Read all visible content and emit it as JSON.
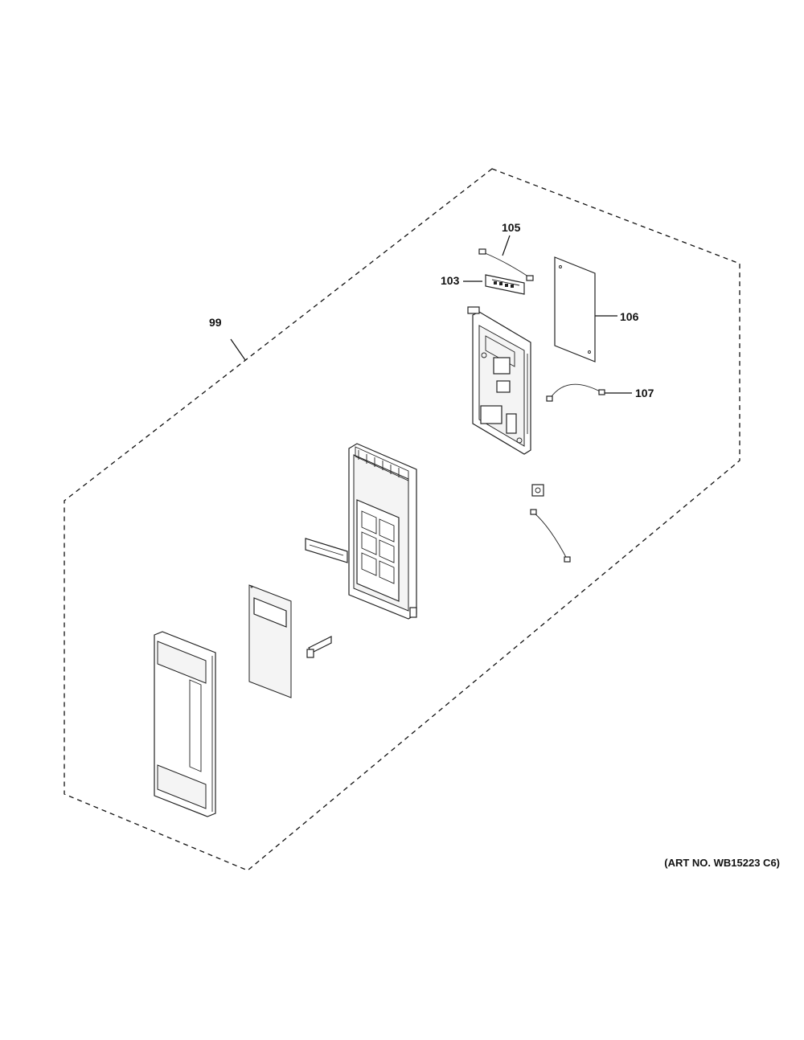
{
  "callouts": {
    "assembly_boundary": "99",
    "part_103": "103",
    "part_105": "105",
    "part_106": "106",
    "part_107": "107"
  },
  "art_number": "(ART NO. WB15223 C6)"
}
